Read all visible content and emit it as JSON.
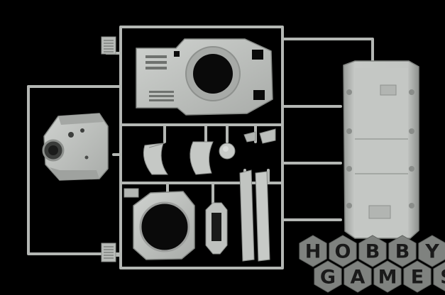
{
  "watermark": {
    "line1": [
      "H",
      "O",
      "B",
      "B",
      "Y"
    ],
    "line2": [
      "G",
      "A",
      "M",
      "E",
      "S"
    ]
  },
  "colors": {
    "background": "#000000",
    "plastic": "#b9bcb9",
    "plastic_light": "#c9ccc9",
    "plastic_dark": "#8d908d",
    "watermark_hex": "#7f827f",
    "watermark_text": "#1a1a1a"
  }
}
